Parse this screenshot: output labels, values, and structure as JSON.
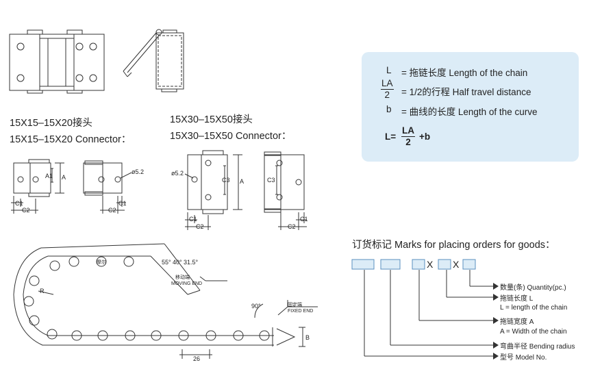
{
  "connector_sizes": {
    "small": {
      "cn": "15X15–15X20接头",
      "en": "15X15–15X20 Connector："
    },
    "large": {
      "cn": "15X30–15X50接头",
      "en": "15X30–15X50 Connector："
    }
  },
  "dimension_labels": {
    "c1": "C1",
    "c2": "C2",
    "a1": "A1",
    "a": "A",
    "c3": "C3",
    "hole_small": "ø5.2",
    "hole_large": "ø5.2",
    "r": "R",
    "b": "B",
    "pitch": "26",
    "ang55": "55°",
    "ang40": "40°",
    "ang315": "31.5°",
    "ang90": "90°"
  },
  "end_labels": {
    "moving_cn": "移动端",
    "moving_en": "MOVING END",
    "fixed_cn": "固定端",
    "fixed_en": "FIXED END",
    "link_mark": "摩尔"
  },
  "formula": {
    "l_sym": "L",
    "l_desc": "= 拖链长度  Length of the chain",
    "la_num": "LA",
    "la_den": "2",
    "la_desc": "= 1/2的行程  Half travel distance",
    "b_sym": "b",
    "b_desc": "= 曲线的长度  Length of the curve",
    "main_lhs": "L=",
    "main_num": "LA",
    "main_den": "2",
    "main_rhs": "+b"
  },
  "order_marks": {
    "title": "订货标记 Marks for placing orders for goods：",
    "sep1": "X",
    "sep2": "X",
    "quantity": "数量(条) Quantity(pc.)",
    "length_cn": "拖链长度 L",
    "length_en": "L = length of the chain",
    "width_cn": "拖链宽度 A",
    "width_en": "A = Width of the chain",
    "radius": "弯曲半径 Bending radius",
    "model": "型号 Model No."
  },
  "colors": {
    "box_bg": "#dcecf7",
    "field_bg": "#dcecf7",
    "line": "#333333"
  }
}
